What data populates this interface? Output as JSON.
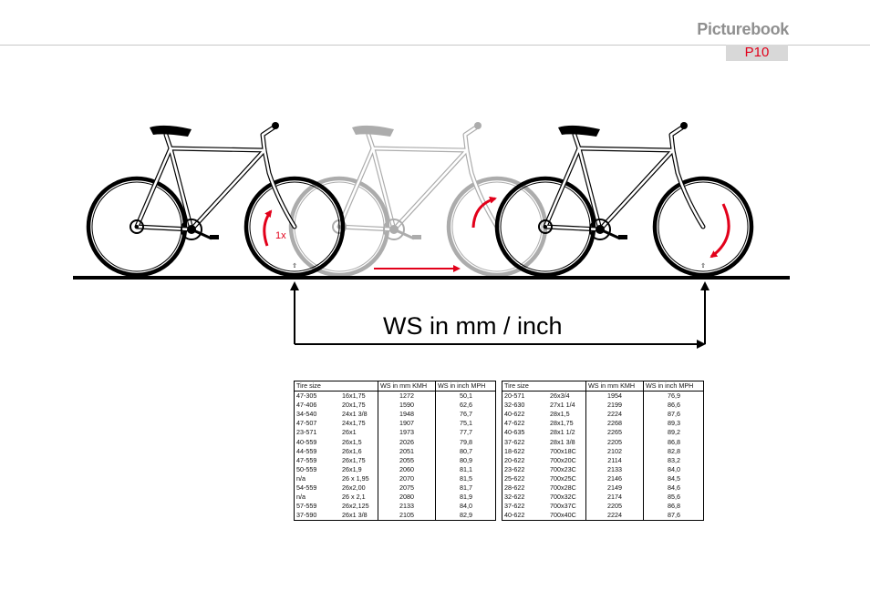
{
  "header": {
    "brand": "Picturebook",
    "page": "P10"
  },
  "diagram": {
    "rotation_label": "1x",
    "distance_label": "WS in mm / inch"
  },
  "colors": {
    "accent": "#e2001a",
    "header_gray": "#8f8f8f",
    "badge_bg": "#d8d8d8"
  },
  "tables": [
    {
      "headers": [
        "Tire size",
        "",
        "WS in mm KMH",
        "WS in inch MPH"
      ],
      "rows": [
        [
          "47-305",
          "16x1,75",
          "1272",
          "50,1"
        ],
        [
          "47-406",
          "20x1,75",
          "1590",
          "62,6"
        ],
        [
          "34-540",
          "24x1 3/8",
          "1948",
          "76,7"
        ],
        [
          "47-507",
          "24x1,75",
          "1907",
          "75,1"
        ],
        [
          "23-571",
          "26x1",
          "1973",
          "77,7"
        ],
        [
          "40-559",
          "26x1,5",
          "2026",
          "79,8"
        ],
        [
          "44-559",
          "26x1,6",
          "2051",
          "80,7"
        ],
        [
          "47-559",
          "26x1,75",
          "2055",
          "80,9"
        ],
        [
          "50-559",
          "26x1,9",
          "2060",
          "81,1"
        ],
        [
          "n/a",
          "26 x 1,95",
          "2070",
          "81,5"
        ],
        [
          "54-559",
          "26x2,00",
          "2075",
          "81,7"
        ],
        [
          "n/a",
          "26 x 2,1",
          "2080",
          "81,9"
        ],
        [
          "57-559",
          "26x2,125",
          "2133",
          "84,0"
        ],
        [
          "37-590",
          "26x1 3/8",
          "2105",
          "82,9"
        ]
      ]
    },
    {
      "headers": [
        "Tire size",
        "",
        "WS in mm KMH",
        "WS in inch MPH"
      ],
      "rows": [
        [
          "20-571",
          "26x3/4",
          "1954",
          "76,9"
        ],
        [
          "32-630",
          "27x1 1/4",
          "2199",
          "86,6"
        ],
        [
          "40-622",
          "28x1,5",
          "2224",
          "87,6"
        ],
        [
          "47-622",
          "28x1,75",
          "2268",
          "89,3"
        ],
        [
          "40-635",
          "28x1 1/2",
          "2265",
          "89,2"
        ],
        [
          "37-622",
          "28x1 3/8",
          "2205",
          "86,8"
        ],
        [
          "18-622",
          "700x18C",
          "2102",
          "82,8"
        ],
        [
          "20-622",
          "700x20C",
          "2114",
          "83,2"
        ],
        [
          "23-622",
          "700x23C",
          "2133",
          "84,0"
        ],
        [
          "25-622",
          "700x25C",
          "2146",
          "84,5"
        ],
        [
          "28-622",
          "700x28C",
          "2149",
          "84,6"
        ],
        [
          "32-622",
          "700x32C",
          "2174",
          "85,6"
        ],
        [
          "37-622",
          "700x37C",
          "2205",
          "86,8"
        ],
        [
          "40-622",
          "700x40C",
          "2224",
          "87,6"
        ]
      ]
    }
  ]
}
